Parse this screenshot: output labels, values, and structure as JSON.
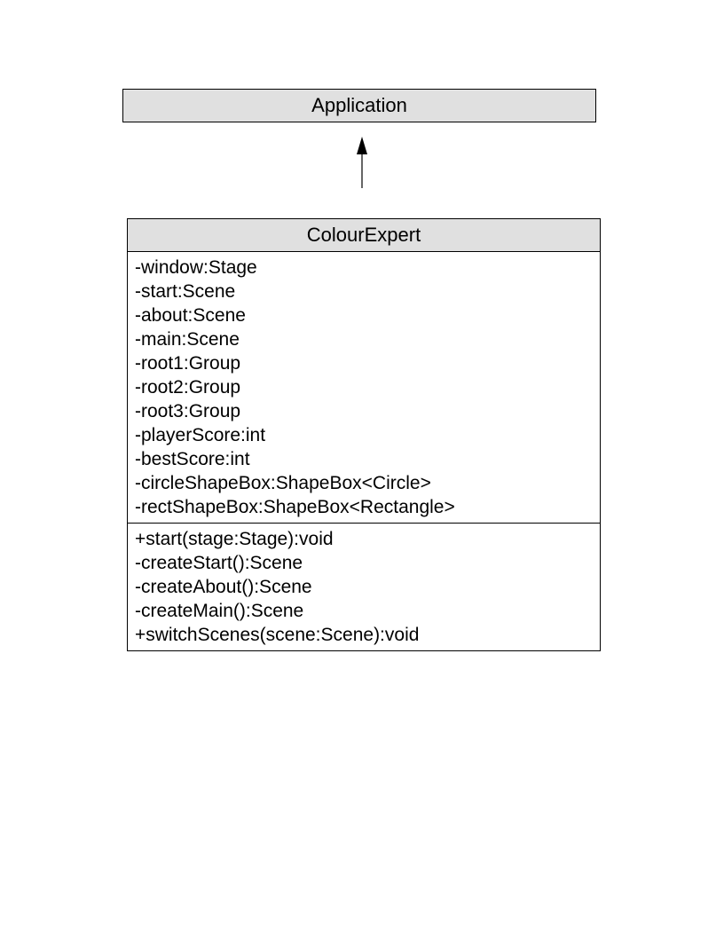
{
  "superclass": {
    "name": "Application"
  },
  "class": {
    "name": "ColourExpert",
    "attributes": [
      "-window:Stage",
      "-start:Scene",
      "-about:Scene",
      "-main:Scene",
      "-root1:Group",
      "-root2:Group",
      "-root3:Group",
      "-playerScore:int",
      "-bestScore:int",
      "-circleShapeBox:ShapeBox<Circle>",
      "-rectShapeBox:ShapeBox<Rectangle>"
    ],
    "methods": [
      "+start(stage:Stage):void",
      "-createStart():Scene",
      "-createAbout():Scene",
      "-createMain():Scene",
      "+switchScenes(scene:Scene):void"
    ]
  },
  "colors": {
    "header_fill": "#e0e0e0",
    "line": "#000000"
  }
}
